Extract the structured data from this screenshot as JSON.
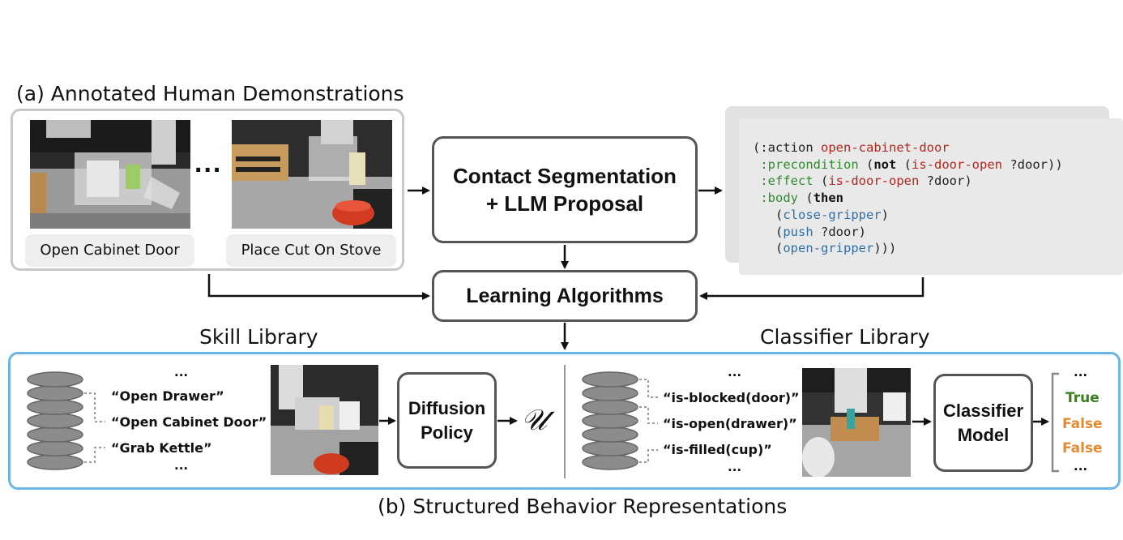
{
  "panel_a": {
    "title": "(a) Annotated Human Demonstrations",
    "ellipsis": "...",
    "demos": [
      {
        "caption": "Open Cabinet Door"
      },
      {
        "caption": "Place Cut On Stove"
      }
    ]
  },
  "proposal": {
    "line1": "Contact Segmentation",
    "line2": "+ LLM Proposal"
  },
  "learning": {
    "label": "Learning Algorithms"
  },
  "code": {
    "l1_a": "(:action ",
    "l1_b": "open-cabinet-door",
    "l2_a": ":precondition",
    "l2_b": " (",
    "l2_c": "not",
    "l2_d": " (",
    "l2_e": "is-door-open",
    "l2_f": " ?door))",
    "l3_a": ":effect",
    "l3_b": " (",
    "l3_c": "is-door-open",
    "l3_d": " ?door)",
    "l4_a": ":body",
    "l4_b": " (",
    "l4_c": "then",
    "l5_a": "(",
    "l5_b": "close-gripper",
    "l5_c": ")",
    "l6_a": "(",
    "l6_b": "push",
    "l6_c": " ?door)",
    "l7_a": "(",
    "l7_b": "open-gripper",
    "l7_c": ")))"
  },
  "skill_library": {
    "title": "Skill Library",
    "top_dots": "...",
    "bottom_dots": "...",
    "items": [
      "“Open Drawer”",
      "“Open Cabinet Door”",
      "“Grab Kettle”"
    ],
    "policy_line1": "Diffusion",
    "policy_line2": "Policy",
    "output_symbol": "𝒰"
  },
  "classifier_library": {
    "title": "Classifier Library",
    "top_dots": "...",
    "bottom_dots": "...",
    "items": [
      "“is-blocked(door)”",
      "“is-open(drawer)”",
      "“is-filled(cup)”"
    ],
    "model_line1": "Classifier",
    "model_line2": "Model",
    "outputs_top": "...",
    "outputs": [
      "True",
      "False",
      "False"
    ],
    "outputs_bottom": "..."
  },
  "panel_b": {
    "title": "(b) Structured Behavior Representations"
  },
  "colors": {
    "green": "#2e8b2e",
    "red": "#b2271d",
    "blue": "#2f6fa8",
    "true": "#3a7f1f",
    "false": "#e58a2e",
    "frame_blue": "#6cb6e6"
  }
}
